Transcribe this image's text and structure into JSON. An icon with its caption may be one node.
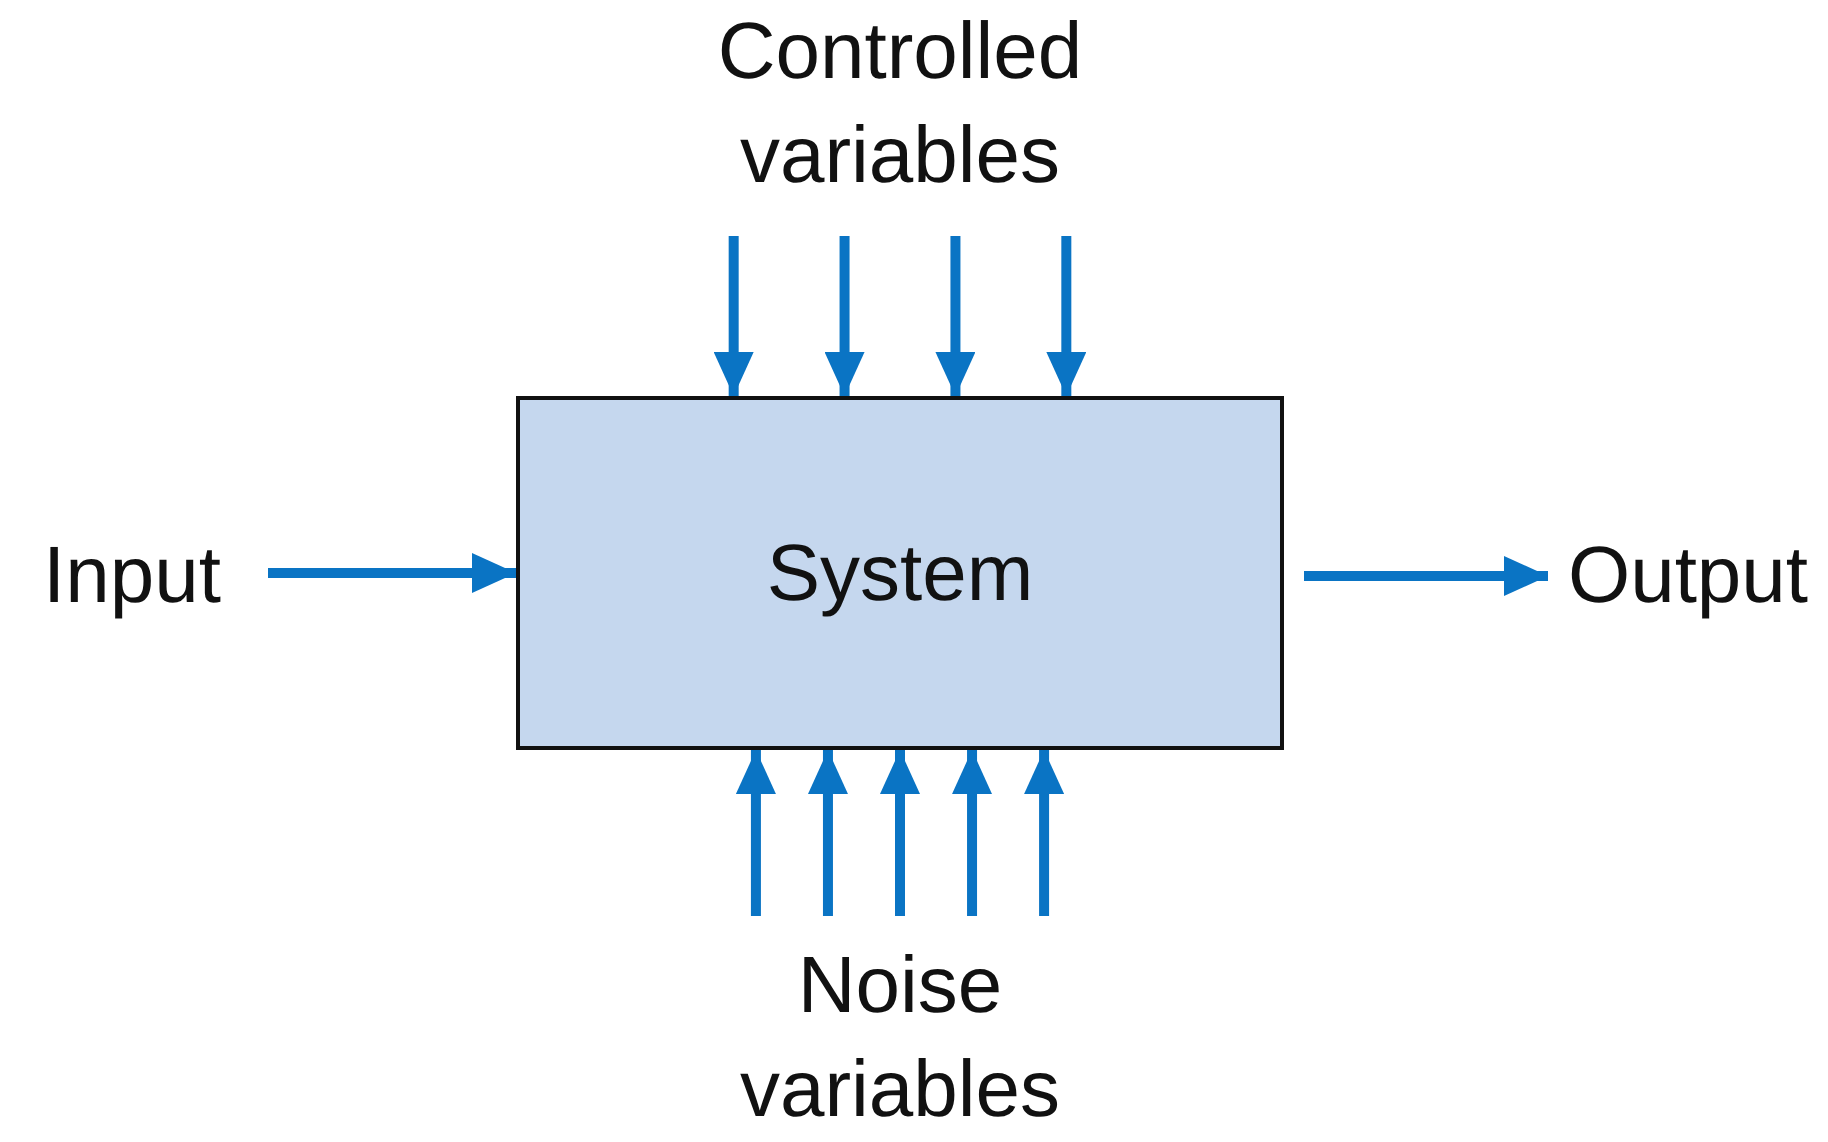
{
  "diagram": {
    "nodes": [
      {
        "text": [
          "Controlled variables"
        ]
      },
      {
        "text": [
          "Input"
        ]
      },
      {
        "text": [
          "System"
        ]
      },
      {
        "text": [
          "Output"
        ]
      },
      {
        "text": [
          "Noise variables"
        ]
      }
    ],
    "edges": [
      {
        "from": 0,
        "to": 2,
        "arrow": "to"
      },
      {
        "from": 0,
        "to": 2,
        "arrow": "to"
      },
      {
        "from": 0,
        "to": 2,
        "arrow": "to"
      },
      {
        "from": 0,
        "to": 2,
        "arrow": "to"
      },
      {
        "from": 1,
        "to": 2,
        "arrow": "to"
      },
      {
        "from": 2,
        "to": 3,
        "arrow": "to"
      },
      {
        "from": 4,
        "to": 2,
        "arrow": "to"
      },
      {
        "from": 4,
        "to": 2,
        "arrow": "to"
      },
      {
        "from": 4,
        "to": 2,
        "arrow": "to"
      },
      {
        "from": 4,
        "to": 2,
        "arrow": "to"
      },
      {
        "from": 4,
        "to": 2,
        "arrow": "to"
      }
    ]
  }
}
